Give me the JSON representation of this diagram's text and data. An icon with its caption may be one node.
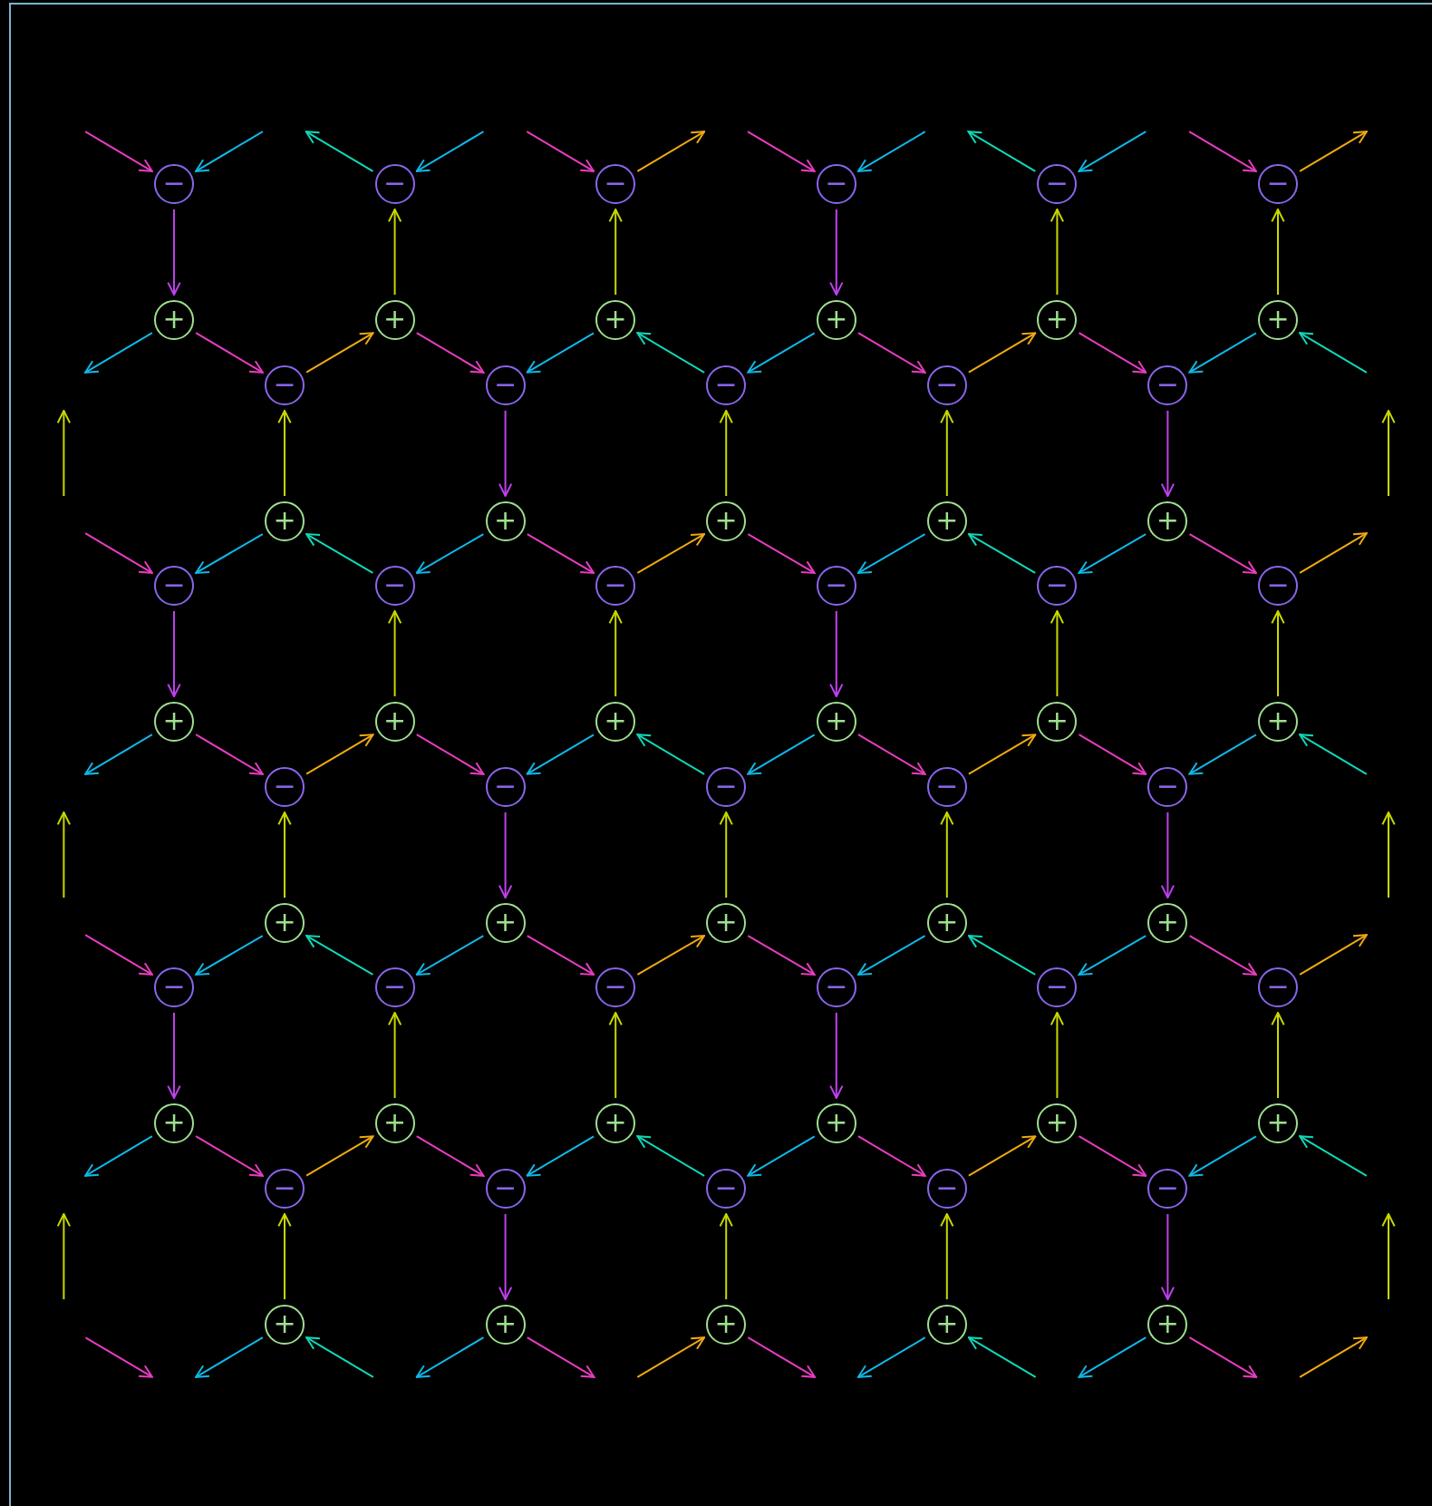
{
  "diagram": {
    "nodes": [
      {
        "text": [
          "−"
        ]
      },
      {
        "text": [
          "−"
        ]
      },
      {
        "text": [
          "−"
        ]
      },
      {
        "text": [
          "−"
        ]
      },
      {
        "text": [
          "−"
        ]
      },
      {
        "text": [
          "−"
        ]
      },
      {
        "text": [
          "+"
        ]
      },
      {
        "text": [
          "+"
        ]
      },
      {
        "text": [
          "+"
        ]
      },
      {
        "text": [
          "+"
        ]
      },
      {
        "text": [
          "+"
        ]
      },
      {
        "text": [
          "+"
        ]
      },
      {
        "text": [
          "−"
        ]
      },
      {
        "text": [
          "−"
        ]
      },
      {
        "text": [
          "−"
        ]
      },
      {
        "text": [
          "−"
        ]
      },
      {
        "text": [
          "−"
        ]
      },
      {
        "text": [
          "+"
        ]
      },
      {
        "text": [
          "+"
        ]
      },
      {
        "text": [
          "+"
        ]
      },
      {
        "text": [
          "+"
        ]
      },
      {
        "text": [
          "+"
        ]
      },
      {
        "text": [
          "−"
        ]
      },
      {
        "text": [
          "−"
        ]
      },
      {
        "text": [
          "−"
        ]
      },
      {
        "text": [
          "−"
        ]
      },
      {
        "text": [
          "−"
        ]
      },
      {
        "text": [
          "−"
        ]
      },
      {
        "text": [
          "+"
        ]
      },
      {
        "text": [
          "+"
        ]
      },
      {
        "text": [
          "+"
        ]
      },
      {
        "text": [
          "+"
        ]
      },
      {
        "text": [
          "+"
        ]
      },
      {
        "text": [
          "+"
        ]
      },
      {
        "text": [
          "−"
        ]
      },
      {
        "text": [
          "−"
        ]
      },
      {
        "text": [
          "−"
        ]
      },
      {
        "text": [
          "−"
        ]
      },
      {
        "text": [
          "−"
        ]
      },
      {
        "text": [
          "+"
        ]
      },
      {
        "text": [
          "+"
        ]
      },
      {
        "text": [
          "+"
        ]
      },
      {
        "text": [
          "+"
        ]
      },
      {
        "text": [
          "+"
        ]
      },
      {
        "text": [
          "−"
        ]
      },
      {
        "text": [
          "−"
        ]
      },
      {
        "text": [
          "−"
        ]
      },
      {
        "text": [
          "−"
        ]
      },
      {
        "text": [
          "−"
        ]
      },
      {
        "text": [
          "−"
        ]
      },
      {
        "text": [
          "+"
        ]
      },
      {
        "text": [
          "+"
        ]
      },
      {
        "text": [
          "+"
        ]
      },
      {
        "text": [
          "+"
        ]
      },
      {
        "text": [
          "+"
        ]
      },
      {
        "text": [
          "+"
        ]
      },
      {
        "text": [
          "−"
        ]
      },
      {
        "text": [
          "−"
        ]
      },
      {
        "text": [
          "−"
        ]
      },
      {
        "text": [
          "−"
        ]
      },
      {
        "text": [
          "−"
        ]
      },
      {
        "text": [
          "+"
        ]
      },
      {
        "text": [
          "+"
        ]
      },
      {
        "text": [
          "+"
        ]
      },
      {
        "text": [
          "+"
        ]
      },
      {
        "text": [
          "+"
        ]
      }
    ],
    "edges": [
      {
        "from": null,
        "to": 0,
        "arrow": "to",
        "color": "#e83cc0"
      },
      {
        "from": null,
        "to": 0,
        "arrow": "to",
        "color": "#10b8e8"
      },
      {
        "from": 1,
        "to": null,
        "arrow": "to",
        "color": "#10d8b8"
      },
      {
        "from": null,
        "to": 1,
        "arrow": "to",
        "color": "#10b8e8"
      },
      {
        "from": null,
        "to": 2,
        "arrow": "to",
        "color": "#e83cc0"
      },
      {
        "from": 2,
        "to": null,
        "arrow": "to",
        "color": "#f0aa10"
      },
      {
        "from": null,
        "to": 3,
        "arrow": "to",
        "color": "#e83cc0"
      },
      {
        "from": null,
        "to": 3,
        "arrow": "to",
        "color": "#10b8e8"
      },
      {
        "from": 4,
        "to": null,
        "arrow": "to",
        "color": "#10d8b8"
      },
      {
        "from": null,
        "to": 4,
        "arrow": "to",
        "color": "#10b8e8"
      },
      {
        "from": null,
        "to": 5,
        "arrow": "to",
        "color": "#e83cc0"
      },
      {
        "from": 5,
        "to": null,
        "arrow": "to",
        "color": "#f0aa10"
      },
      {
        "from": 0,
        "to": 6,
        "arrow": "to",
        "color": "#c040f0"
      },
      {
        "from": 7,
        "to": 1,
        "arrow": "to",
        "color": "#c8d800"
      },
      {
        "from": 8,
        "to": 2,
        "arrow": "to",
        "color": "#c8d800"
      },
      {
        "from": 3,
        "to": 9,
        "arrow": "to",
        "color": "#c040f0"
      },
      {
        "from": 10,
        "to": 4,
        "arrow": "to",
        "color": "#c8d800"
      },
      {
        "from": 11,
        "to": 5,
        "arrow": "to",
        "color": "#c8d800"
      },
      {
        "from": 6,
        "to": null,
        "arrow": "to",
        "color": "#10b8e8"
      },
      {
        "from": 6,
        "to": 12,
        "arrow": "to",
        "color": "#e83cc0"
      },
      {
        "from": 12,
        "to": 7,
        "arrow": "to",
        "color": "#f0aa10"
      },
      {
        "from": 7,
        "to": 13,
        "arrow": "to",
        "color": "#e83cc0"
      },
      {
        "from": 8,
        "to": 13,
        "arrow": "to",
        "color": "#10b8e8"
      },
      {
        "from": 14,
        "to": 8,
        "arrow": "to",
        "color": "#10d8b8"
      },
      {
        "from": 9,
        "to": 14,
        "arrow": "to",
        "color": "#10b8e8"
      },
      {
        "from": 9,
        "to": 15,
        "arrow": "to",
        "color": "#e83cc0"
      },
      {
        "from": 15,
        "to": 10,
        "arrow": "to",
        "color": "#f0aa10"
      },
      {
        "from": 10,
        "to": 16,
        "arrow": "to",
        "color": "#e83cc0"
      },
      {
        "from": 11,
        "to": 16,
        "arrow": "to",
        "color": "#10b8e8"
      },
      {
        "from": null,
        "to": 11,
        "arrow": "to",
        "color": "#10d8b8"
      },
      {
        "from": 17,
        "to": 12,
        "arrow": "to",
        "color": "#c8d800"
      },
      {
        "from": 13,
        "to": 18,
        "arrow": "to",
        "color": "#c040f0"
      },
      {
        "from": 19,
        "to": 14,
        "arrow": "to",
        "color": "#c8d800"
      },
      {
        "from": 20,
        "to": 15,
        "arrow": "to",
        "color": "#c8d800"
      },
      {
        "from": 16,
        "to": 21,
        "arrow": "to",
        "color": "#c040f0"
      },
      {
        "from": null,
        "to": 22,
        "arrow": "to",
        "color": "#e83cc0"
      },
      {
        "from": 17,
        "to": 22,
        "arrow": "to",
        "color": "#10b8e8"
      },
      {
        "from": 23,
        "to": 17,
        "arrow": "to",
        "color": "#10d8b8"
      },
      {
        "from": 18,
        "to": 23,
        "arrow": "to",
        "color": "#10b8e8"
      },
      {
        "from": 18,
        "to": 24,
        "arrow": "to",
        "color": "#e83cc0"
      },
      {
        "from": 24,
        "to": 19,
        "arrow": "to",
        "color": "#f0aa10"
      },
      {
        "from": 19,
        "to": 25,
        "arrow": "to",
        "color": "#e83cc0"
      },
      {
        "from": 20,
        "to": 25,
        "arrow": "to",
        "color": "#10b8e8"
      },
      {
        "from": 26,
        "to": 20,
        "arrow": "to",
        "color": "#10d8b8"
      },
      {
        "from": 21,
        "to": 26,
        "arrow": "to",
        "color": "#10b8e8"
      },
      {
        "from": 21,
        "to": 27,
        "arrow": "to",
        "color": "#e83cc0"
      },
      {
        "from": 27,
        "to": null,
        "arrow": "to",
        "color": "#f0aa10"
      },
      {
        "from": 22,
        "to": 28,
        "arrow": "to",
        "color": "#c040f0"
      },
      {
        "from": 29,
        "to": 23,
        "arrow": "to",
        "color": "#c8d800"
      },
      {
        "from": 30,
        "to": 24,
        "arrow": "to",
        "color": "#c8d800"
      },
      {
        "from": 25,
        "to": 31,
        "arrow": "to",
        "color": "#c040f0"
      },
      {
        "from": 32,
        "to": 26,
        "arrow": "to",
        "color": "#c8d800"
      },
      {
        "from": 33,
        "to": 27,
        "arrow": "to",
        "color": "#c8d800"
      },
      {
        "from": 28,
        "to": null,
        "arrow": "to",
        "color": "#10b8e8"
      },
      {
        "from": 28,
        "to": 34,
        "arrow": "to",
        "color": "#e83cc0"
      },
      {
        "from": 34,
        "to": 29,
        "arrow": "to",
        "color": "#f0aa10"
      },
      {
        "from": 29,
        "to": 35,
        "arrow": "to",
        "color": "#e83cc0"
      },
      {
        "from": 30,
        "to": 35,
        "arrow": "to",
        "color": "#10b8e8"
      },
      {
        "from": 36,
        "to": 30,
        "arrow": "to",
        "color": "#10d8b8"
      },
      {
        "from": 31,
        "to": 36,
        "arrow": "to",
        "color": "#10b8e8"
      },
      {
        "from": 31,
        "to": 37,
        "arrow": "to",
        "color": "#e83cc0"
      },
      {
        "from": 37,
        "to": 32,
        "arrow": "to",
        "color": "#f0aa10"
      },
      {
        "from": 32,
        "to": 38,
        "arrow": "to",
        "color": "#e83cc0"
      },
      {
        "from": 33,
        "to": 38,
        "arrow": "to",
        "color": "#10b8e8"
      },
      {
        "from": null,
        "to": 33,
        "arrow": "to",
        "color": "#10d8b8"
      },
      {
        "from": 39,
        "to": 34,
        "arrow": "to",
        "color": "#c8d800"
      },
      {
        "from": 35,
        "to": 40,
        "arrow": "to",
        "color": "#c040f0"
      },
      {
        "from": 41,
        "to": 36,
        "arrow": "to",
        "color": "#c8d800"
      },
      {
        "from": 42,
        "to": 37,
        "arrow": "to",
        "color": "#c8d800"
      },
      {
        "from": 38,
        "to": 43,
        "arrow": "to",
        "color": "#c040f0"
      },
      {
        "from": null,
        "to": 44,
        "arrow": "to",
        "color": "#e83cc0"
      },
      {
        "from": 39,
        "to": 44,
        "arrow": "to",
        "color": "#10b8e8"
      },
      {
        "from": 45,
        "to": 39,
        "arrow": "to",
        "color": "#10d8b8"
      },
      {
        "from": 40,
        "to": 45,
        "arrow": "to",
        "color": "#10b8e8"
      },
      {
        "from": 40,
        "to": 46,
        "arrow": "to",
        "color": "#e83cc0"
      },
      {
        "from": 46,
        "to": 41,
        "arrow": "to",
        "color": "#f0aa10"
      },
      {
        "from": 41,
        "to": 47,
        "arrow": "to",
        "color": "#e83cc0"
      },
      {
        "from": 42,
        "to": 47,
        "arrow": "to",
        "color": "#10b8e8"
      },
      {
        "from": 48,
        "to": 42,
        "arrow": "to",
        "color": "#10d8b8"
      },
      {
        "from": 43,
        "to": 48,
        "arrow": "to",
        "color": "#10b8e8"
      },
      {
        "from": 43,
        "to": 49,
        "arrow": "to",
        "color": "#e83cc0"
      },
      {
        "from": 49,
        "to": null,
        "arrow": "to",
        "color": "#f0aa10"
      },
      {
        "from": 44,
        "to": 50,
        "arrow": "to",
        "color": "#c040f0"
      },
      {
        "from": 51,
        "to": 45,
        "arrow": "to",
        "color": "#c8d800"
      },
      {
        "from": 52,
        "to": 46,
        "arrow": "to",
        "color": "#c8d800"
      },
      {
        "from": 47,
        "to": 53,
        "arrow": "to",
        "color": "#c040f0"
      },
      {
        "from": 54,
        "to": 48,
        "arrow": "to",
        "color": "#c8d800"
      },
      {
        "from": 55,
        "to": 49,
        "arrow": "to",
        "color": "#c8d800"
      },
      {
        "from": 50,
        "to": null,
        "arrow": "to",
        "color": "#10b8e8"
      },
      {
        "from": 50,
        "to": 56,
        "arrow": "to",
        "color": "#e83cc0"
      },
      {
        "from": 56,
        "to": 51,
        "arrow": "to",
        "color": "#f0aa10"
      },
      {
        "from": 51,
        "to": 57,
        "arrow": "to",
        "color": "#e83cc0"
      },
      {
        "from": 52,
        "to": 57,
        "arrow": "to",
        "color": "#10b8e8"
      },
      {
        "from": 58,
        "to": 52,
        "arrow": "to",
        "color": "#10d8b8"
      },
      {
        "from": 53,
        "to": 58,
        "arrow": "to",
        "color": "#10b8e8"
      },
      {
        "from": 53,
        "to": 59,
        "arrow": "to",
        "color": "#e83cc0"
      },
      {
        "from": 59,
        "to": 54,
        "arrow": "to",
        "color": "#f0aa10"
      },
      {
        "from": 54,
        "to": 60,
        "arrow": "to",
        "color": "#e83cc0"
      },
      {
        "from": 55,
        "to": 60,
        "arrow": "to",
        "color": "#10b8e8"
      },
      {
        "from": null,
        "to": 55,
        "arrow": "to",
        "color": "#10d8b8"
      },
      {
        "from": 61,
        "to": 56,
        "arrow": "to",
        "color": "#c8d800"
      },
      {
        "from": 57,
        "to": 62,
        "arrow": "to",
        "color": "#c040f0"
      },
      {
        "from": 63,
        "to": 58,
        "arrow": "to",
        "color": "#c8d800"
      },
      {
        "from": 64,
        "to": 59,
        "arrow": "to",
        "color": "#c8d800"
      },
      {
        "from": 60,
        "to": 65,
        "arrow": "to",
        "color": "#c040f0"
      },
      {
        "from": 61,
        "to": null,
        "arrow": "to",
        "color": "#10b8e8"
      },
      {
        "from": null,
        "to": 61,
        "arrow": "to",
        "color": "#10d8b8"
      },
      {
        "from": 62,
        "to": null,
        "arrow": "to",
        "color": "#10b8e8"
      },
      {
        "from": 62,
        "to": null,
        "arrow": "to",
        "color": "#e83cc0"
      },
      {
        "from": null,
        "to": 63,
        "arrow": "to",
        "color": "#f0aa10"
      },
      {
        "from": 63,
        "to": null,
        "arrow": "to",
        "color": "#e83cc0"
      },
      {
        "from": 64,
        "to": null,
        "arrow": "to",
        "color": "#10b8e8"
      },
      {
        "from": null,
        "to": 64,
        "arrow": "to",
        "color": "#10d8b8"
      },
      {
        "from": 65,
        "to": null,
        "arrow": "to",
        "color": "#10b8e8"
      },
      {
        "from": 65,
        "to": null,
        "arrow": "to",
        "color": "#e83cc0"
      }
    ]
  }
}
